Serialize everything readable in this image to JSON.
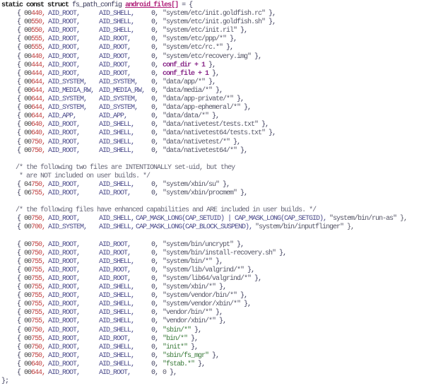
{
  "header": {
    "decl": "static const struct",
    "type": "fs_path_config",
    "name": "android_files[]",
    "tail": "= {"
  },
  "blocks": [
    {
      "rows": [
        [
          "00440",
          "AID_ROOT",
          "AID_SHELL",
          "0",
          "\"system/etc/init.goldfish.rc\""
        ],
        [
          "00550",
          "AID_ROOT",
          "AID_SHELL",
          "0",
          "\"system/etc/init.goldfish.sh\""
        ],
        [
          "00550",
          "AID_ROOT",
          "AID_SHELL",
          "0",
          "\"system/etc/init.ril\""
        ],
        [
          "00555",
          "AID_ROOT",
          "AID_ROOT",
          "0",
          "\"system/etc/ppp/*\""
        ],
        [
          "00555",
          "AID_ROOT",
          "AID_ROOT",
          "0",
          "\"system/etc/rc.*\""
        ],
        [
          "00440",
          "AID_ROOT",
          "AID_ROOT",
          "0",
          "\"system/etc/recovery.img\""
        ],
        [
          "00444",
          "AID_ROOT",
          "AID_ROOT",
          "0",
          "conf_dir + 1"
        ],
        [
          "00444",
          "AID_ROOT",
          "AID_ROOT",
          "0",
          "conf_file + 1"
        ],
        [
          "00644",
          "AID_SYSTEM",
          "AID_SYSTEM",
          "0",
          "\"data/app/*\""
        ],
        [
          "00644",
          "AID_MEDIA_RW",
          "AID_MEDIA_RW",
          "0",
          "\"data/media/*\""
        ],
        [
          "00644",
          "AID_SYSTEM",
          "AID_SYSTEM",
          "0",
          "\"data/app-private/*\""
        ],
        [
          "00644",
          "AID_SYSTEM",
          "AID_SYSTEM",
          "0",
          "\"data/app-ephemeral/*\""
        ],
        [
          "00644",
          "AID_APP",
          "AID_APP",
          "0",
          "\"data/data/*\""
        ],
        [
          "00640",
          "AID_ROOT",
          "AID_SHELL",
          "0",
          "\"data/nativetest/tests.txt\""
        ],
        [
          "00640",
          "AID_ROOT",
          "AID_SHELL",
          "0",
          "\"data/nativetest64/tests.txt\""
        ],
        [
          "00750",
          "AID_ROOT",
          "AID_SHELL",
          "0",
          "\"data/nativetest/*\""
        ],
        [
          "00750",
          "AID_ROOT",
          "AID_SHELL",
          "0",
          "\"data/nativetest64/*\""
        ]
      ]
    },
    {
      "comment": [
        "/* the following two files are INTENTIONALLY set-uid, but they",
        " * are NOT included on user builds. */"
      ],
      "rows": [
        [
          "04750",
          "AID_ROOT",
          "AID_SHELL",
          "0",
          "\"system/xbin/su\""
        ],
        [
          "06755",
          "AID_ROOT",
          "AID_ROOT",
          "0",
          "\"system/xbin/procmem\""
        ]
      ]
    },
    {
      "comment": [
        "/* the following files have enhanced capabilities and ARE included in user builds. */"
      ],
      "rows": [
        [
          "00750",
          "AID_ROOT",
          "AID_SHELL",
          "CAP_MASK_LONG(CAP_SETUID) | CAP_MASK_LONG(CAP_SETGID),",
          "\"system/bin/run-as\""
        ],
        [
          "00700",
          "AID_SYSTEM",
          "AID_SHELL",
          "CAP_MASK_LONG(CAP_BLOCK_SUSPEND),",
          "\"system/bin/inputflinger\""
        ]
      ]
    },
    {
      "rows": [
        [
          "00750",
          "AID_ROOT",
          "AID_ROOT",
          "0",
          "\"system/bin/uncrypt\""
        ],
        [
          "00750",
          "AID_ROOT",
          "AID_ROOT",
          "0",
          "\"system/bin/install-recovery.sh\""
        ],
        [
          "00755",
          "AID_ROOT",
          "AID_SHELL",
          "0",
          "\"system/bin/*\""
        ],
        [
          "00755",
          "AID_ROOT",
          "AID_ROOT",
          "0",
          "\"system/lib/valgrind/*\""
        ],
        [
          "00755",
          "AID_ROOT",
          "AID_ROOT",
          "0",
          "\"system/lib64/valgrind/*\""
        ],
        [
          "00755",
          "AID_ROOT",
          "AID_SHELL",
          "0",
          "\"system/xbin/*\""
        ],
        [
          "00755",
          "AID_ROOT",
          "AID_SHELL",
          "0",
          "\"system/vendor/bin/*\""
        ],
        [
          "00755",
          "AID_ROOT",
          "AID_SHELL",
          "0",
          "\"system/vendor/xbin/*\""
        ],
        [
          "00755",
          "AID_ROOT",
          "AID_SHELL",
          "0",
          "\"vendor/bin/*\""
        ],
        [
          "00755",
          "AID_ROOT",
          "AID_SHELL",
          "0",
          "\"vendor/xbin/*\""
        ],
        [
          "00750",
          "AID_ROOT",
          "AID_SHELL",
          "0",
          "\"sbin/*\""
        ],
        [
          "00755",
          "AID_ROOT",
          "AID_ROOT",
          "0",
          "\"bin/*\""
        ],
        [
          "00750",
          "AID_ROOT",
          "AID_SHELL",
          "0",
          "\"init*\""
        ],
        [
          "00750",
          "AID_ROOT",
          "AID_SHELL",
          "0",
          "\"sbin/fs_mgr\""
        ],
        [
          "00640",
          "AID_ROOT",
          "AID_SHELL",
          "0",
          "\"fstab.*\""
        ],
        [
          "00644",
          "AID_ROOT",
          "AID_ROOT",
          "0",
          "0"
        ]
      ]
    }
  ],
  "footer": "};"
}
